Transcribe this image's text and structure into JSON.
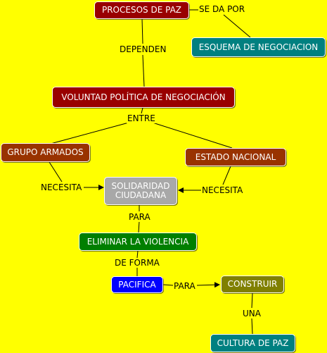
{
  "colors": {
    "background": "#ffff00",
    "dark_red": "#990000",
    "red": "#a30000",
    "brown": "#993300",
    "teal": "#008080",
    "gray": "#a8a8a8",
    "green": "#007f00",
    "blue": "#0000ff",
    "olive": "#808000",
    "line": "#000000"
  },
  "concepts": {
    "procesos_de_paz": "PROCESOS DE PAZ",
    "esquema_de_negociacion": "ESQUEMA DE NEGOCIACION",
    "voluntad_politica": "VOLUNTAD POLÍTICA DE NEGOCIACIÓN",
    "grupo_armados": "GRUPO ARMADOS",
    "estado_nacional": "ESTADO  NACIONAL",
    "solidaridad_ciudadana_line1": "SOLIDARIDAD",
    "solidaridad_ciudadana_line2": "CIUDADANA",
    "eliminar_la_violencia": "ELIMINAR LA VIOLENCIA",
    "pacifica": "PACIFICA",
    "construir": "CONSTRUIR",
    "cultura_de_paz": "CULTURA DE PAZ"
  },
  "linking_phrases": {
    "se_da_por": "SE DA POR",
    "dependen": "DEPENDEN",
    "entre": "ENTRE",
    "necesita_grupo": "NECESITA",
    "necesita_estado": "NECESITA",
    "para_1": "PARA",
    "de_forma": "DE FORMA",
    "para_2": "PARA",
    "una": "UNA"
  }
}
